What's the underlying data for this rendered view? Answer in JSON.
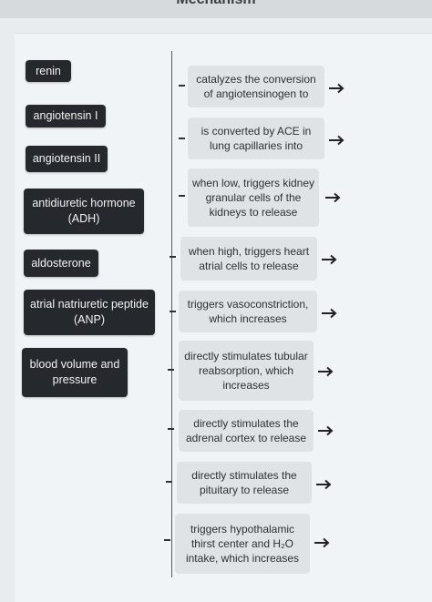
{
  "header": {
    "title": "Mechanism"
  },
  "terms": [
    {
      "label": "renin"
    },
    {
      "label": "angiotensin I"
    },
    {
      "label": "angiotensin II"
    },
    {
      "label": "antidiuretic hormone (ADH)"
    },
    {
      "label": "aldosterone"
    },
    {
      "label": "atrial natriuretic peptide (ANP)"
    },
    {
      "label": "blood volume and pressure"
    }
  ],
  "statements": [
    {
      "text": "catalyzes the conversion of angiotensinogen to"
    },
    {
      "text": "is converted by ACE in lung capillaries into"
    },
    {
      "text": "when low, triggers kidney granular cells of the kidneys to release"
    },
    {
      "text": "when high, triggers heart atrial cells to release"
    },
    {
      "text": "triggers vasoconstriction, which increases"
    },
    {
      "text": "directly stimulates tubular reabsorption, which increases"
    },
    {
      "text": "directly stimulates the adrenal cortex to release"
    },
    {
      "text": "directly stimulates the pituitary to release"
    },
    {
      "text": "triggers hypothalamic thirst center and H₂O intake, which increases"
    }
  ],
  "icons": {
    "arrow": "right-arrow-icon",
    "drop_slot": "dash-icon"
  }
}
